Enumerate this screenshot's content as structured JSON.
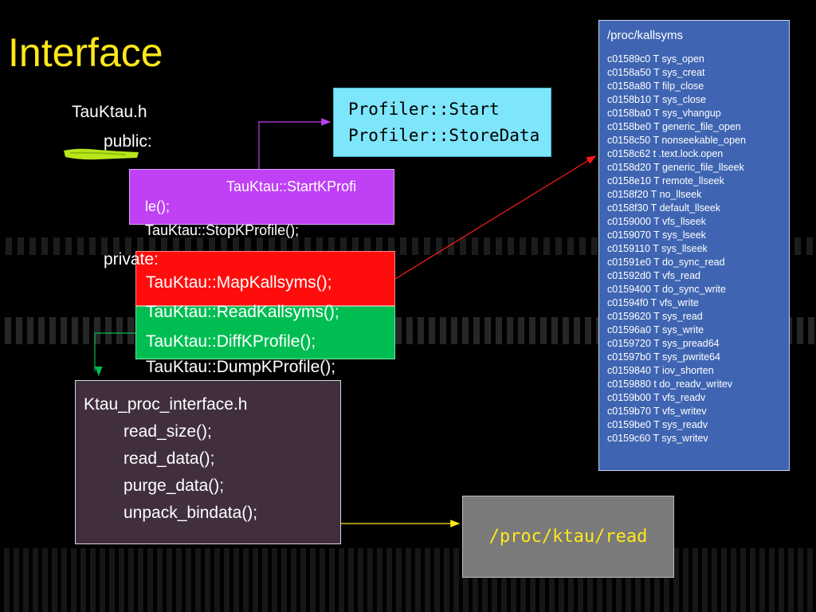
{
  "title": "Interface",
  "tauktau_header": "TauKtau.h",
  "public_label": "public:",
  "private_label": "private:",
  "profiler_box": {
    "lines": [
      "Profiler::Start",
      "Profiler::StoreData"
    ]
  },
  "public_methods": {
    "line1": "TauKtau::StartKProfi",
    "line2": "le();",
    "line3": "TauKtau::StopKProfile();"
  },
  "private_methods": [
    "TauKtau::MapKallsyms();",
    "TauKtau::ReadKallsyms();",
    "TauKtau::DiffKProfile();",
    "TauKtau::DumpKProfile();"
  ],
  "ktau_interface": {
    "header": "Ktau_proc_interface.h",
    "methods": [
      "read_size();",
      "read_data();",
      "purge_data();",
      "unpack_bindata();"
    ]
  },
  "proc_read": "/proc/ktau/read",
  "kallsyms": {
    "title": "/proc/kallsyms",
    "entries": [
      "c01589c0 T sys_open",
      "c0158a50 T sys_creat",
      "c0158a80 T filp_close",
      "c0158b10 T sys_close",
      "c0158ba0 T sys_vhangup",
      "c0158be0 T generic_file_open",
      "c0158c50 T nonseekable_open",
      "c0158c62 t .text.lock.open",
      "c0158d20 T generic_file_llseek",
      "c0158e10 T remote_llseek",
      "c0158f20 T no_llseek",
      "c0158f30 T default_llseek",
      "c0159000 T vfs_llseek",
      "c0159070 T sys_lseek",
      "c0159110 T sys_llseek",
      "c01591e0 T do_sync_read",
      "c01592d0 T vfs_read",
      "c0159400 T do_sync_write",
      "c01594f0 T vfs_write",
      "c0159620 T sys_read",
      "c01596a0 T sys_write",
      "c0159720 T sys_pread64",
      "c01597b0 T sys_pwrite64",
      "c0159840 T iov_shorten",
      "c0159880 t do_readv_writev",
      "c0159b00 T vfs_readv",
      "c0159b70 T vfs_writev",
      "c0159be0 T sys_readv",
      "c0159c60 T sys_writev"
    ]
  },
  "colors": {
    "title": "#ffe81a",
    "profiler_box": "#7ee6fb",
    "public_box": "#bf40f5",
    "private_red": "#ff0d0d",
    "private_green": "#00bd52",
    "ktau_box": "#412f3f",
    "read_box": "#7a7a7a",
    "kallsyms_box": "#3f65b2"
  }
}
